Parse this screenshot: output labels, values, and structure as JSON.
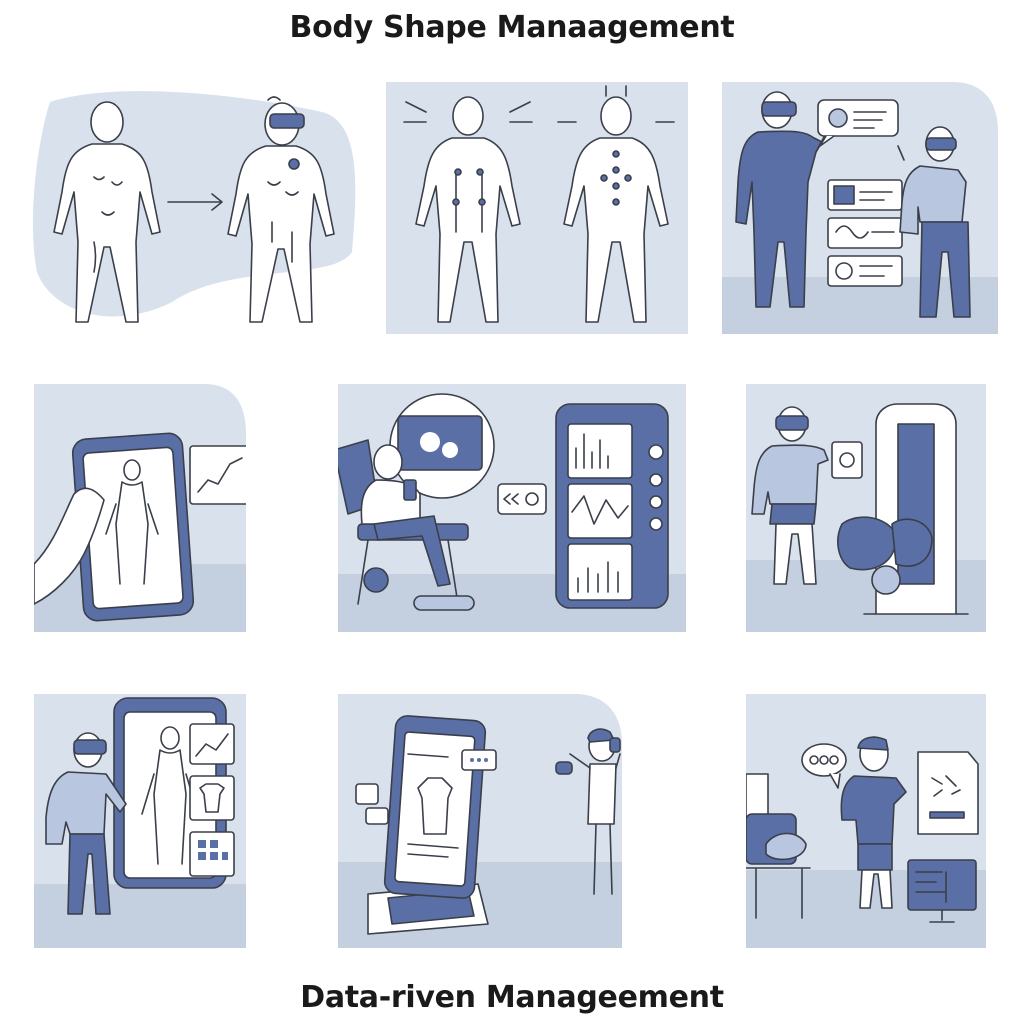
{
  "header": {
    "title": "Body Shape Manaagement"
  },
  "footer": {
    "title": "Data-riven Manageement"
  },
  "colors": {
    "background": "#d9e1ec",
    "accent": "#5a6fa6",
    "light_accent": "#b9c6df",
    "ink": "#3a3f4a"
  },
  "panels": [
    {
      "id": "body-scan-sequence",
      "icons": [
        "body-outline",
        "arrow-right-icon",
        "vr-headset-icon"
      ]
    },
    {
      "id": "body-sensor-mapping",
      "icons": [
        "sensor-node-icon",
        "body-outline"
      ]
    },
    {
      "id": "vr-consultation",
      "icons": [
        "vr-headset-icon",
        "chat-bubble-icon",
        "info-card-icon"
      ]
    },
    {
      "id": "phone-body-analysis",
      "icons": [
        "phone-icon",
        "line-chart-icon"
      ]
    },
    {
      "id": "bench-phone-dashboard",
      "icons": [
        "bench-icon",
        "phone-icon",
        "bar-chart-icon"
      ]
    },
    {
      "id": "vr-gym-machine",
      "icons": [
        "vr-headset-icon",
        "weight-machine-icon"
      ]
    },
    {
      "id": "vr-phone-body-scan",
      "icons": [
        "vr-headset-icon",
        "phone-icon",
        "grid-icon"
      ]
    },
    {
      "id": "tablet-clothing-fit",
      "icons": [
        "tablet-icon",
        "dumbbell-icon",
        "chat-bubble-icon"
      ]
    },
    {
      "id": "trainer-presentation",
      "icons": [
        "chat-bubble-icon",
        "document-icon",
        "monitor-icon"
      ]
    }
  ]
}
